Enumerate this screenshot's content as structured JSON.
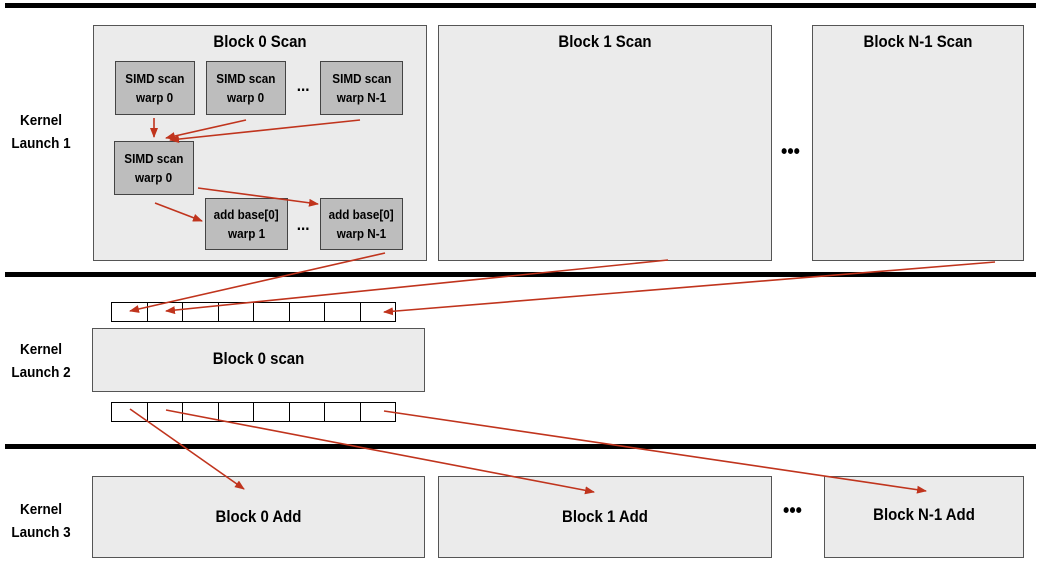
{
  "kernel_labels": {
    "k1": [
      "Kernel",
      "Launch 1"
    ],
    "k2": [
      "Kernel",
      "Launch 2"
    ],
    "k3": [
      "Kernel",
      "Launch 3"
    ]
  },
  "launch1": {
    "block0_title": "Block 0 Scan",
    "block1_title": "Block 1 Scan",
    "blockN_title": "Block N-1 Scan",
    "warps": {
      "w1": [
        "SIMD scan",
        "warp 0"
      ],
      "w2": [
        "SIMD scan",
        "warp 0"
      ],
      "w3": [
        "SIMD scan",
        "warp N-1"
      ],
      "w4": [
        "SIMD scan",
        "warp 0"
      ],
      "w5": [
        "add base[0]",
        "warp 1"
      ],
      "w6": [
        "add base[0]",
        "warp N-1"
      ]
    },
    "ellipsis": "..."
  },
  "launch2": {
    "block_title": "Block 0 scan",
    "cell_count": 8
  },
  "launch3": {
    "block0_title": "Block 0 Add",
    "block1_title": "Block 1 Add",
    "blockN_title": "Block N-1 Add"
  },
  "big_ellipsis": "•••",
  "colors": {
    "arrow": "#c0341d",
    "block_fill": "#ebebeb",
    "warp_fill": "#bdbdbd"
  }
}
